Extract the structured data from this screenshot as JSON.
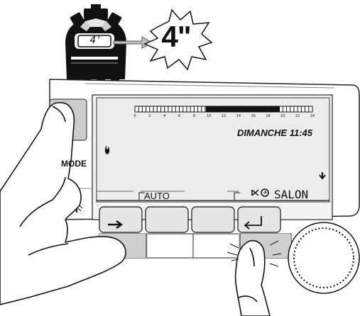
{
  "timer": {
    "duration_text": "4\"",
    "lcd_text": "4'"
  },
  "display": {
    "day_time": "DIMANCHE 11:45",
    "mode_text": "AUTO",
    "zone_text": "SALON",
    "timeline_ticks": [
      "0",
      "2",
      "4",
      "6",
      "8",
      "10",
      "12",
      "14",
      "16",
      "18",
      "20",
      "22",
      "24"
    ]
  },
  "panel": {
    "mode_label": "MODE"
  },
  "icons": [
    "stopwatch-icon",
    "flame-icon",
    "arrow-down-icon",
    "arrow-right-icon",
    "return-icon",
    "hot-water-tap-icon",
    "clock-icon",
    "hand-icon"
  ]
}
